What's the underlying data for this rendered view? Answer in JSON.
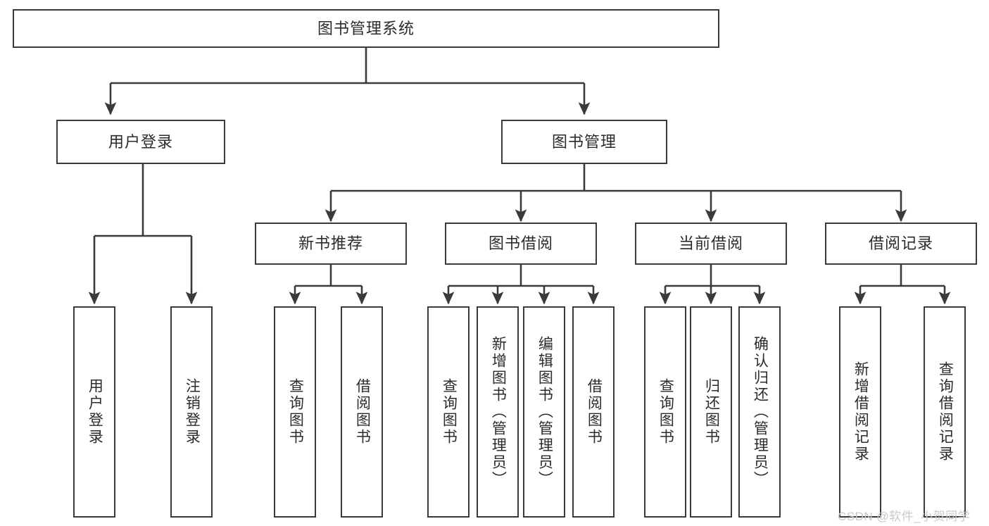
{
  "diagram": {
    "title_node": {
      "label": "图书管理系统"
    },
    "level2": [
      {
        "id": "user-login",
        "label": "用户登录"
      },
      {
        "id": "book-management",
        "label": "图书管理"
      }
    ],
    "level3": [
      {
        "id": "new-book-recommend",
        "label": "新书推荐"
      },
      {
        "id": "book-borrow",
        "label": "图书借阅"
      },
      {
        "id": "current-borrow",
        "label": "当前借阅"
      },
      {
        "id": "borrow-record",
        "label": "借阅记录"
      }
    ],
    "leaves": {
      "user_login": [
        {
          "id": "leaf-user-login",
          "label": "用户登录"
        },
        {
          "id": "leaf-logout-login",
          "label": "注销登录"
        }
      ],
      "new_book_recommend": [
        {
          "id": "leaf-query-book-1",
          "label": "查询图书"
        },
        {
          "id": "leaf-borrow-book-1",
          "label": "借阅图书"
        }
      ],
      "book_borrow": [
        {
          "id": "leaf-query-book-2",
          "label": "查询图书"
        },
        {
          "id": "leaf-add-book-admin",
          "label": "新增图书（管理员）"
        },
        {
          "id": "leaf-edit-book-admin",
          "label": "编辑图书（管理员）"
        },
        {
          "id": "leaf-borrow-book-2",
          "label": "借阅图书"
        }
      ],
      "current_borrow": [
        {
          "id": "leaf-query-book-3",
          "label": "查询图书"
        },
        {
          "id": "leaf-return-book",
          "label": "归还图书"
        },
        {
          "id": "leaf-confirm-return-admin",
          "label": "确认归还（管理员）"
        }
      ],
      "borrow_record": [
        {
          "id": "leaf-add-borrow-record",
          "label": "新增借阅记录"
        },
        {
          "id": "leaf-query-borrow-record",
          "label": "查询借阅记录"
        }
      ]
    }
  },
  "watermark": {
    "text": "CSDN @软件_小贺同学"
  },
  "colors": {
    "border": "#3a3a3a",
    "text": "#2b2b2b",
    "background": "#ffffff",
    "watermark": "#c9c9c9"
  }
}
